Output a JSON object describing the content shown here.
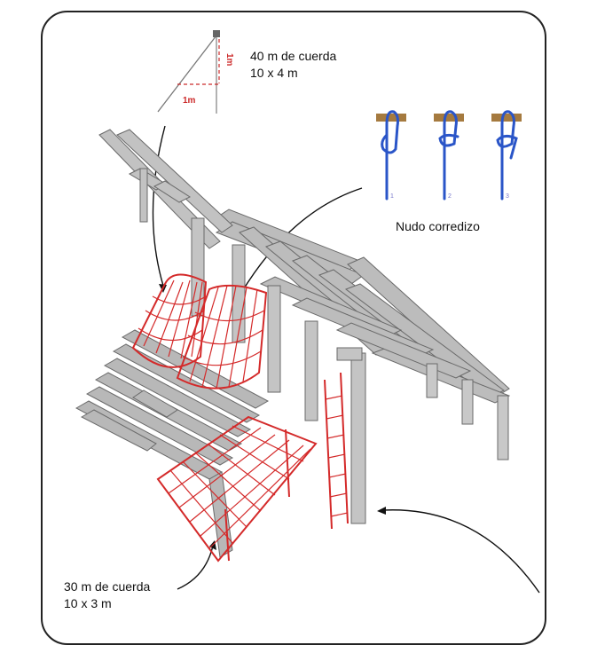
{
  "labels": {
    "top_rope": "40 m de cuerda",
    "top_size": "10 x 4 m",
    "bottom_rope": "30 m de cuerda",
    "bottom_size": "10 x 3 m",
    "knot_title": "Nudo corredizo"
  },
  "ruler": {
    "vertical": "1m",
    "horizontal": "1m"
  },
  "knot_steps": [
    "1",
    "2",
    "3"
  ],
  "colors": {
    "frame": "#222222",
    "wood": "#bcbcbc",
    "wood_edge": "#6a6a6a",
    "net": "#d42a2a",
    "rope": "#2a55c8",
    "beam": "#a57a3f"
  }
}
